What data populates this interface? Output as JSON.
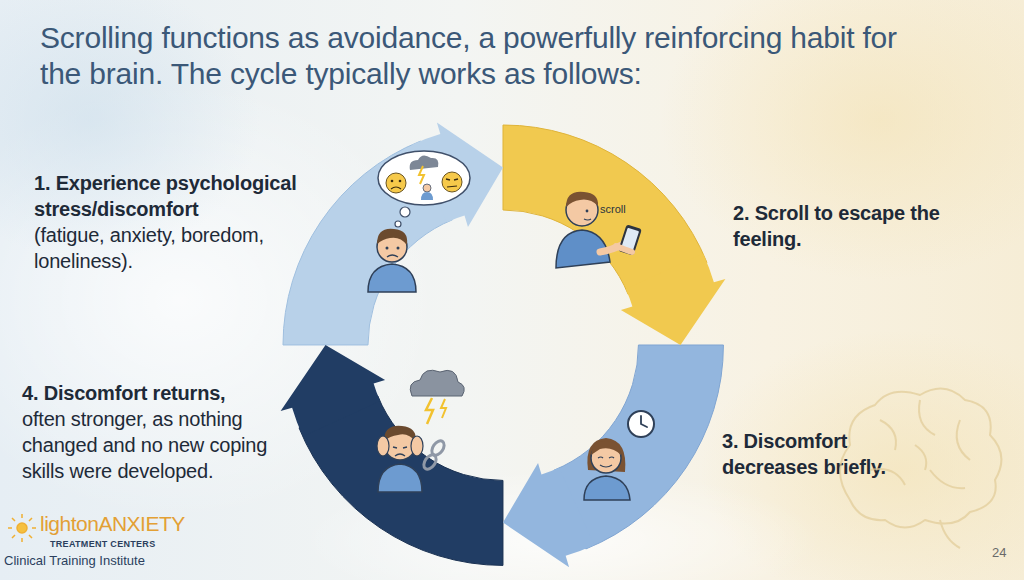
{
  "diagram": {
    "title": "Scrolling functions as avoidance, a powerfully reinforcing habit for the brain. The cycle typically works as follows:",
    "nodes": [
      {
        "text": [
          "1. Experience psychological stress/discomfort",
          "(fatigue, anxiety, boredom, loneliness)."
        ]
      },
      {
        "text": [
          "2. Scroll to escape the feeling."
        ]
      },
      {
        "text": [
          "3. Discomfort decreases briefly."
        ]
      },
      {
        "text": [
          "4. Discomfort returns,",
          "often stronger, as nothing changed and no new coping skills were developed."
        ]
      }
    ],
    "edges": [
      {
        "from": 0,
        "to": 1,
        "arrow": "to"
      },
      {
        "from": 1,
        "to": 2,
        "arrow": "to"
      },
      {
        "from": 2,
        "to": 3,
        "arrow": "to"
      },
      {
        "from": 3,
        "to": 0,
        "arrow": "to"
      }
    ],
    "labels": [
      "scroll",
      "lightonANXIETY",
      "TREATMENT CENTERS",
      "Clinical Training Institute",
      "24"
    ]
  }
}
